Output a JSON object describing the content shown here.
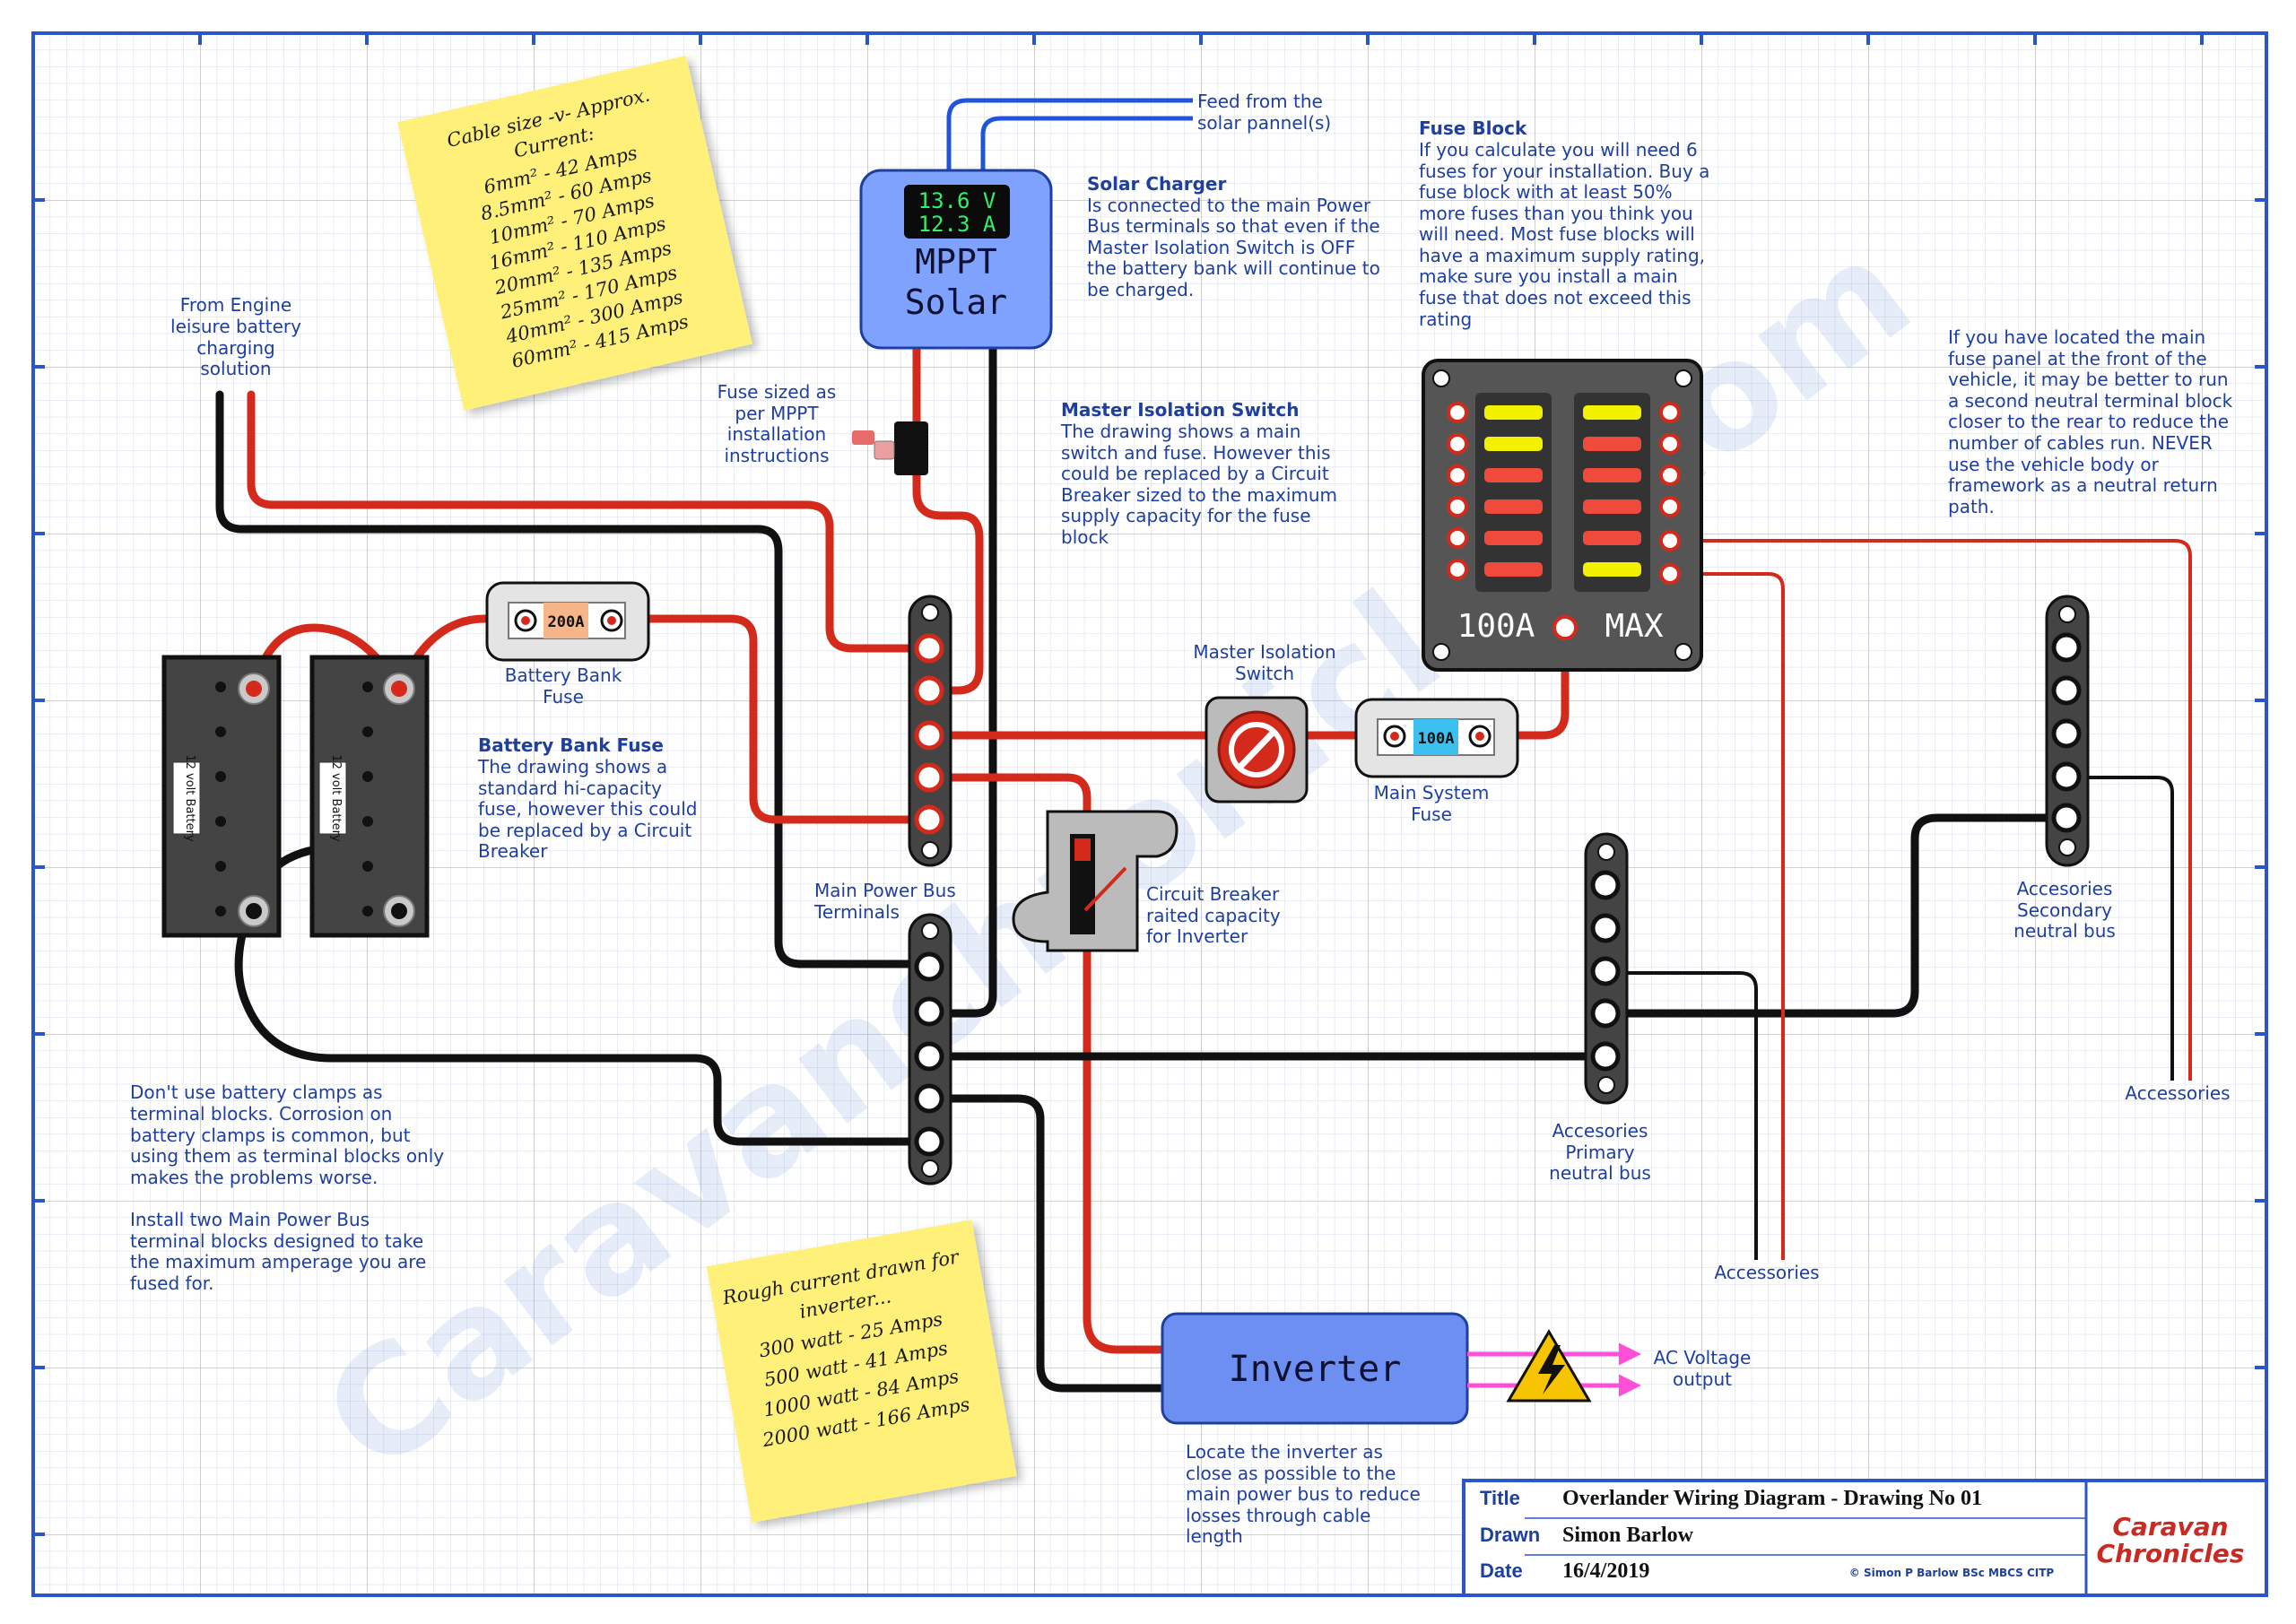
{
  "colors": {
    "grid": "#c9d2e6",
    "border": "#2b56c9",
    "label": "#1f3f9e",
    "wire_positive": "#d42a1b",
    "wire_negative": "#111111",
    "solar_box": "#7fa2ff",
    "inverter_box": "#6e8ff2",
    "sticky_note": "#fff07a",
    "ac_arrow": "#ff4fd8",
    "watermark": "#8fa8e0"
  },
  "watermark": "Caravanchronicles.com",
  "cable_note": {
    "lines": [
      "Cable size -v- Approx.",
      "Current:",
      "6mm² - 42 Amps",
      "8.5mm² - 60 Amps",
      "10mm² - 70 Amps",
      "16mm² - 110 Amps",
      "20mm² - 135 Amps",
      "25mm² - 170 Amps",
      "40mm² - 300 Amps",
      "60mm² - 415 Amps"
    ]
  },
  "inverter_note": {
    "lines": [
      "Rough current drawn for",
      "inverter...",
      "300 watt - 25 Amps",
      "500 watt - 41 Amps",
      "1000 watt - 84 Amps",
      "2000 watt - 166 Amps"
    ]
  },
  "feed_label": {
    "lines": [
      "Feed from the",
      "solar pannel(s)"
    ]
  },
  "solar": {
    "display_lines": [
      "13.6 V",
      "12.3 A"
    ],
    "name_lines": [
      "MPPT",
      "Solar"
    ],
    "heading": "Solar Charger",
    "desc_lines": [
      "Is connected to the main Power",
      "Bus terminals so that even if the",
      "Master Isolation Switch is OFF",
      "the battery bank will continue to",
      "be charged."
    ]
  },
  "fuse_block": {
    "heading": "Fuse Block",
    "desc_lines": [
      "If you calculate you will need 6",
      "fuses for your installation. Buy a",
      "fuse block with at least 50%",
      "more fuses than you think you",
      "will need. Most fuse blocks will",
      "have a maximum supply rating,",
      "make sure you install a main",
      "fuse that does not exceed this",
      "rating"
    ],
    "rating_left": "100A",
    "rating_right": "MAX"
  },
  "rear_note": {
    "lines": [
      "If you have located the main",
      "fuse panel at the front of the",
      "vehicle, it may be better to run",
      "a second neutral terminal block",
      "closer to the rear to reduce the",
      "number of cables run. NEVER",
      "use the vehicle body or",
      "framework as a neutral return",
      "path."
    ]
  },
  "engine_label": {
    "lines": [
      "From Engine",
      "leisure battery",
      "charging",
      "solution"
    ]
  },
  "mppt_fuse_label": {
    "lines": [
      "Fuse sized as",
      "per MPPT",
      "installation",
      "instructions"
    ]
  },
  "master_switch_note": {
    "heading": "Master Isolation Switch",
    "desc_lines": [
      "The drawing shows a main",
      "switch and fuse. However this",
      "could be replaced by a Circuit",
      "Breaker sized to the maximum",
      "supply capacity for the fuse",
      "block"
    ]
  },
  "master_switch_label": {
    "lines": [
      "Master Isolation",
      "Switch"
    ]
  },
  "battery_fuse": {
    "rating": "200A",
    "label_lines": [
      "Battery Bank",
      "Fuse"
    ]
  },
  "battery_fuse_note": {
    "heading": "Battery Bank Fuse",
    "desc_lines": [
      "The drawing shows a",
      "standard hi-capacity",
      "fuse, however this could",
      "be replaced by a Circuit",
      "Breaker"
    ]
  },
  "batteries": {
    "label": "12 volt Battery"
  },
  "main_fuse": {
    "rating": "100A",
    "label_lines": [
      "Main System",
      "Fuse"
    ]
  },
  "bus_label": {
    "lines": [
      "Main Power Bus",
      "Terminals"
    ]
  },
  "breaker_label": {
    "lines": [
      "Circuit Breaker",
      "raited capacity",
      "for Inverter"
    ]
  },
  "secondary_bus_label": {
    "lines": [
      "Accesories",
      "Secondary",
      "neutral bus"
    ]
  },
  "primary_bus_label": {
    "lines": [
      "Accesories",
      "Primary",
      "neutral bus"
    ]
  },
  "accessories_right": "Accessories",
  "accessories_mid": "Accessories",
  "clamp_note": {
    "lines": [
      "Don't use battery clamps as",
      "terminal blocks. Corrosion on",
      "battery clamps is common, but",
      "using them as terminal blocks only",
      "makes the problems worse.",
      "",
      "Install two Main Power Bus",
      "terminal blocks designed to take",
      "the maximum amperage you are",
      "fused for."
    ]
  },
  "inverter": {
    "name": "Inverter",
    "ac_lines": [
      "AC Voltage",
      "output"
    ],
    "note_lines": [
      "Locate the inverter as",
      "close as possible to the",
      "main power bus to reduce",
      "losses through cable",
      "length"
    ]
  },
  "title_block": {
    "title_key": "Title",
    "title_value": "Overlander Wiring Diagram - Drawing No 01",
    "drawn_key": "Drawn",
    "drawn_value": "Simon Barlow",
    "date_key": "Date",
    "date_value": "16/4/2019",
    "copyright": "© Simon P Barlow BSc MBCS CITP",
    "logo_lines": [
      "Caravan",
      "Chronicles"
    ]
  }
}
